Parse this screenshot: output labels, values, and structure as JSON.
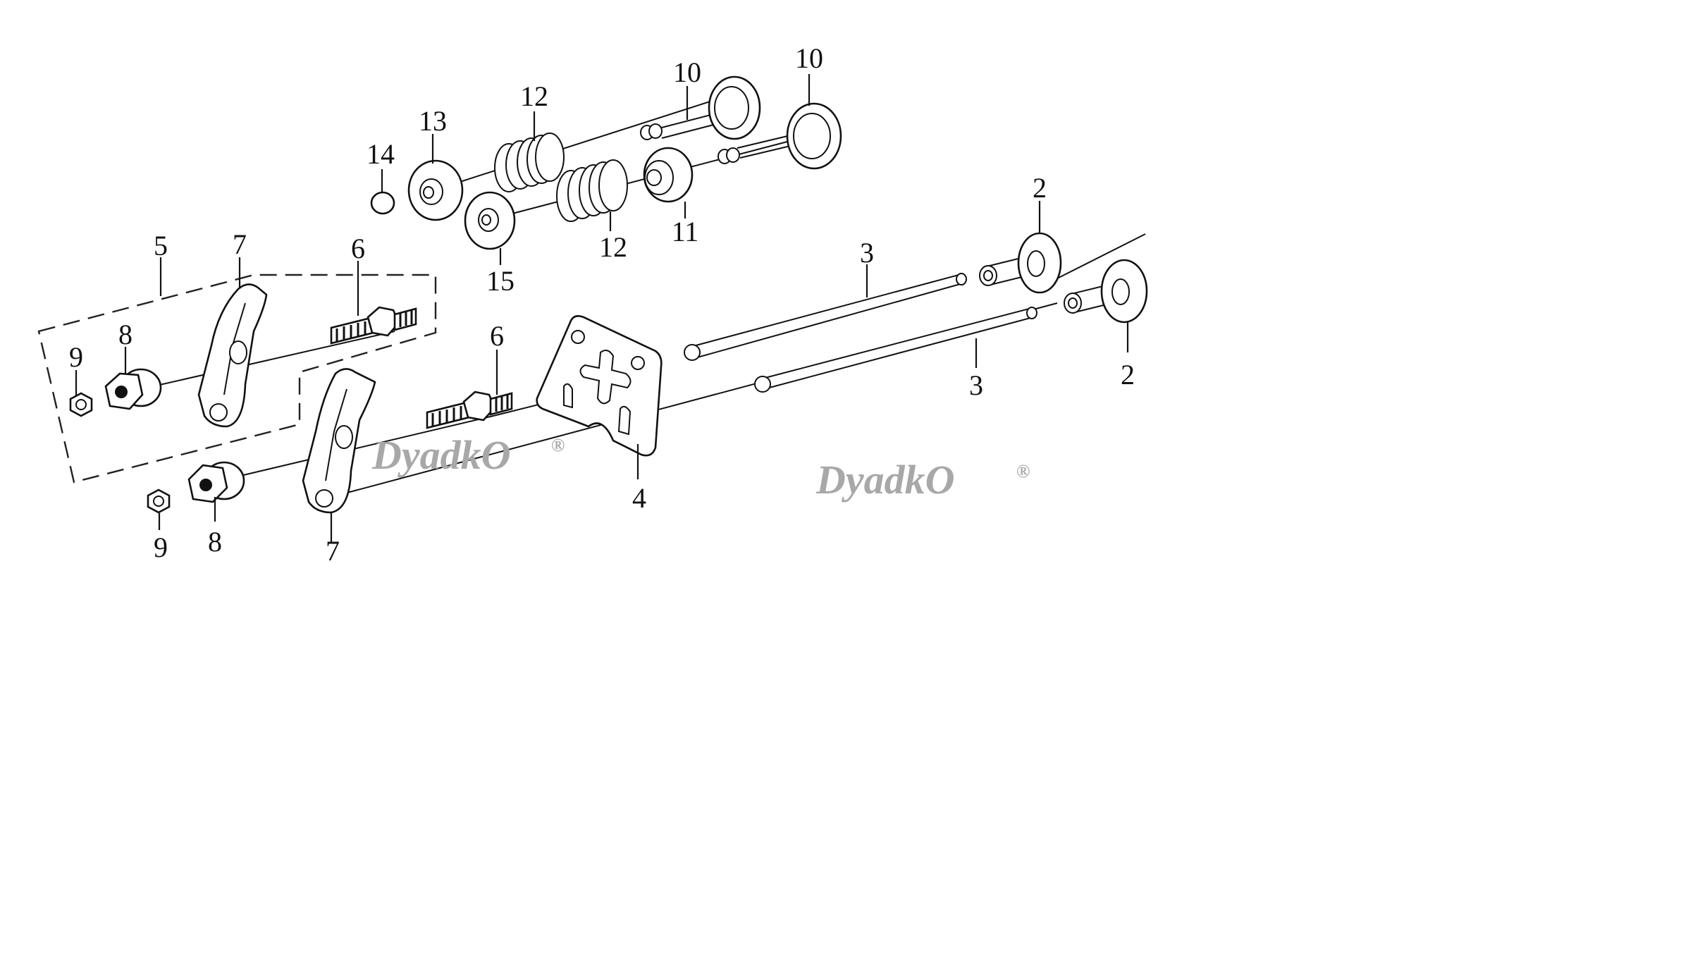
{
  "diagram": {
    "callouts": [
      "2",
      "2",
      "3",
      "3",
      "4",
      "5",
      "6",
      "6",
      "7",
      "7",
      "8",
      "8",
      "9",
      "9",
      "10",
      "10",
      "11",
      "12",
      "12",
      "13",
      "14",
      "15"
    ]
  },
  "watermark": {
    "text": "DyadkO",
    "mark": "®"
  },
  "colors": {
    "line": "#111111",
    "watermark": "#a8a8a8",
    "background": "#ffffff"
  }
}
